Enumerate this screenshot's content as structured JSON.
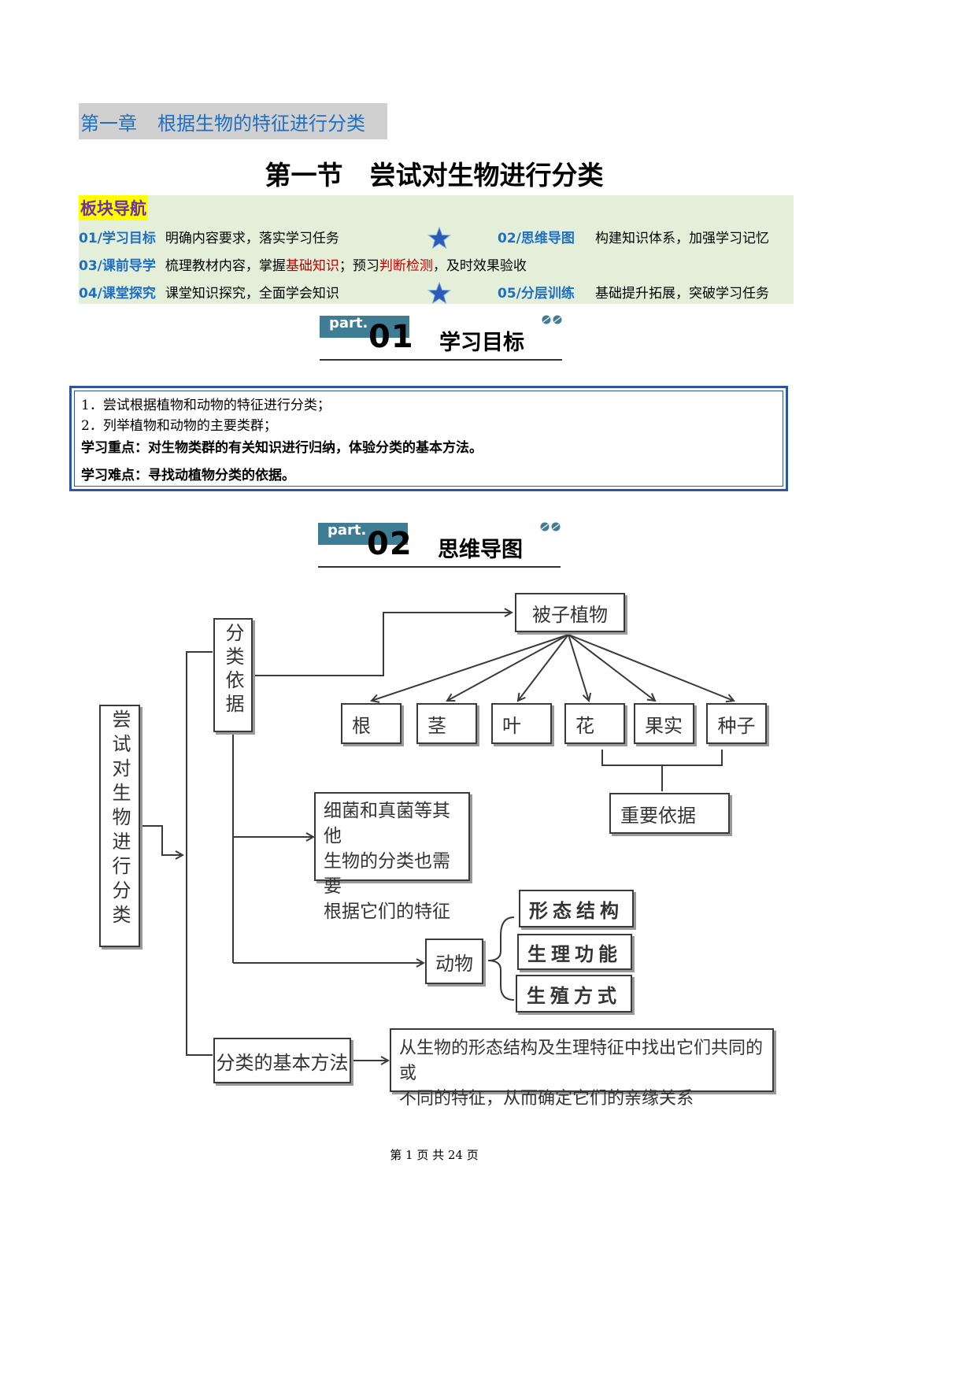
{
  "chapter": {
    "label": "第一章",
    "title": "根据生物的特征进行分类"
  },
  "section": {
    "label": "第一节",
    "title": "尝试对生物进行分类"
  },
  "nav": {
    "title": "板块导航",
    "row1": {
      "key_left": "01/学习目标",
      "desc_left": "明确内容要求，落实学习任务",
      "key_right": "02/思维导图",
      "desc_right": "构建知识体系，加强学习记忆"
    },
    "row2": {
      "key": "03/课前导学",
      "desc_a": "梳理教材内容，掌握",
      "red_a": "基础知识",
      "desc_b": "；预习",
      "red_b": "判断检测",
      "desc_c": "，及时效果验收"
    },
    "row3": {
      "key_left": "04/课堂探究",
      "desc_left": "课堂知识探究，全面学会知识",
      "key_right": "05/分层训练",
      "desc_right": "基础提升拓展，突破学习任务"
    },
    "star_icon": "star-icon"
  },
  "part1": {
    "tab": "part.",
    "number": "01",
    "label": "学习目标"
  },
  "part2": {
    "tab": "part.",
    "number": "02",
    "label": "思维导图"
  },
  "goals": {
    "items": [
      "1．尝试根据植物和动物的特征进行分类；",
      "2．列举植物和动物的主要类群；"
    ],
    "key_point": "学习重点：对生物类群的有关知识进行归纳，体验分类的基本方法。",
    "difficulty": "学习难点：寻找动植物分类的依据。"
  },
  "mindmap": {
    "root": "尝试对生物进行分类",
    "basis": "分类依据",
    "angiosperm": "被子植物",
    "organs": [
      "根",
      "茎",
      "叶",
      "花",
      "果实",
      "种子"
    ],
    "important_basis": "重要依据",
    "bacteria_fungi": "细菌和真菌等其他\n生物的分类也需要\n根据它们的特征",
    "animal": "动物",
    "animal_traits": [
      "形态结构",
      "生理功能",
      "生殖方式"
    ],
    "method": "分类的基本方法",
    "method_desc": "从生物的形态结构及生理特征中找出它们共同的或\n不同的特征，从而确定它们的亲缘关系"
  },
  "footer": "第 1 页 共 24 页"
}
